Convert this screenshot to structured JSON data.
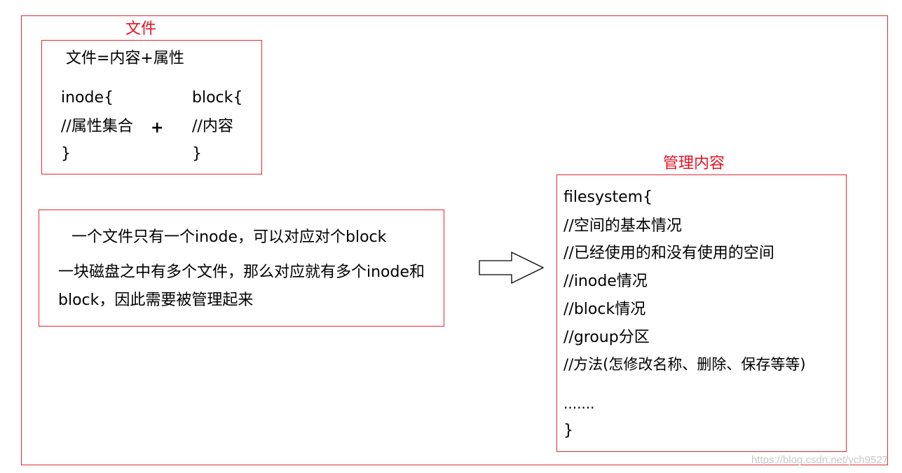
{
  "outer_frame": {},
  "file_section": {
    "title": "文件",
    "formula": "文件=内容+属性",
    "inode": [
      "inode{",
      "//属性集合",
      "}"
    ],
    "plus": "+",
    "block": [
      "block{",
      "//内容",
      "}"
    ]
  },
  "description": {
    "line1": "一个文件只有一个inode，可以对应对个block",
    "line2": "一块磁盘之中有多个文件，那么对应就有多个inode和",
    "line3": "block，因此需要被管理起来"
  },
  "management": {
    "title": "管理内容",
    "lines": [
      "filesystem{",
      "//空间的基本情况",
      "//已经使用的和没有使用的空间",
      "//inode情况",
      "//block情况",
      "//group分区",
      "//方法(怎修改名称、删除、保存等等)",
      ".......",
      "}"
    ]
  },
  "watermark": "https://blog.csdn.net/ych9527"
}
